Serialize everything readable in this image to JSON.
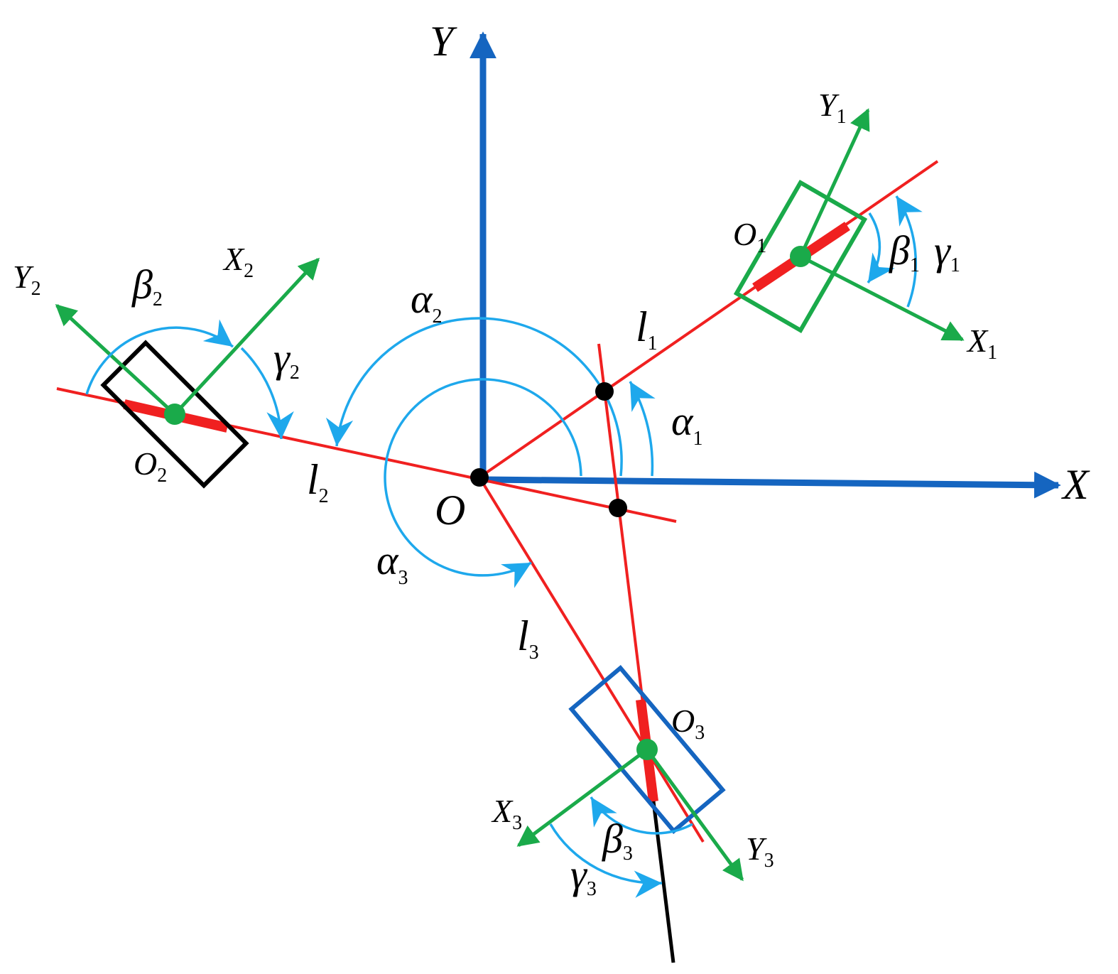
{
  "colors": {
    "global_axis": "#1565C0",
    "line": "#F02020",
    "local_axis": "#1AAA4A",
    "angle": "#1EA8EC",
    "point": "#000000",
    "frame_1": "#1AAA4A",
    "frame_2": "#000000",
    "frame_3": "#1565C0"
  },
  "labels": {
    "X": "X",
    "Y": "Y",
    "O": "O",
    "O1": "O",
    "O1_sub": "1",
    "O2": "O",
    "O2_sub": "2",
    "O3": "O",
    "O3_sub": "3",
    "X1": "X",
    "X1_sub": "1",
    "Y1": "Y",
    "Y1_sub": "1",
    "X2": "X",
    "X2_sub": "2",
    "Y2": "Y",
    "Y2_sub": "2",
    "X3": "X",
    "X3_sub": "3",
    "Y3": "Y",
    "Y3_sub": "3",
    "l1": "l",
    "l1_sub": "1",
    "l2": "l",
    "l2_sub": "2",
    "l3": "l",
    "l3_sub": "3",
    "alpha1": "α",
    "alpha1_sub": "1",
    "alpha2": "α",
    "alpha2_sub": "2",
    "alpha3": "α",
    "alpha3_sub": "3",
    "beta1": "β",
    "beta1_sub": "1",
    "beta2": "β",
    "beta2_sub": "2",
    "beta3": "β",
    "beta3_sub": "3",
    "gamma1": "γ",
    "gamma1_sub": "1",
    "gamma2": "γ",
    "gamma2_sub": "2",
    "gamma3": "γ",
    "gamma3_sub": "3"
  }
}
